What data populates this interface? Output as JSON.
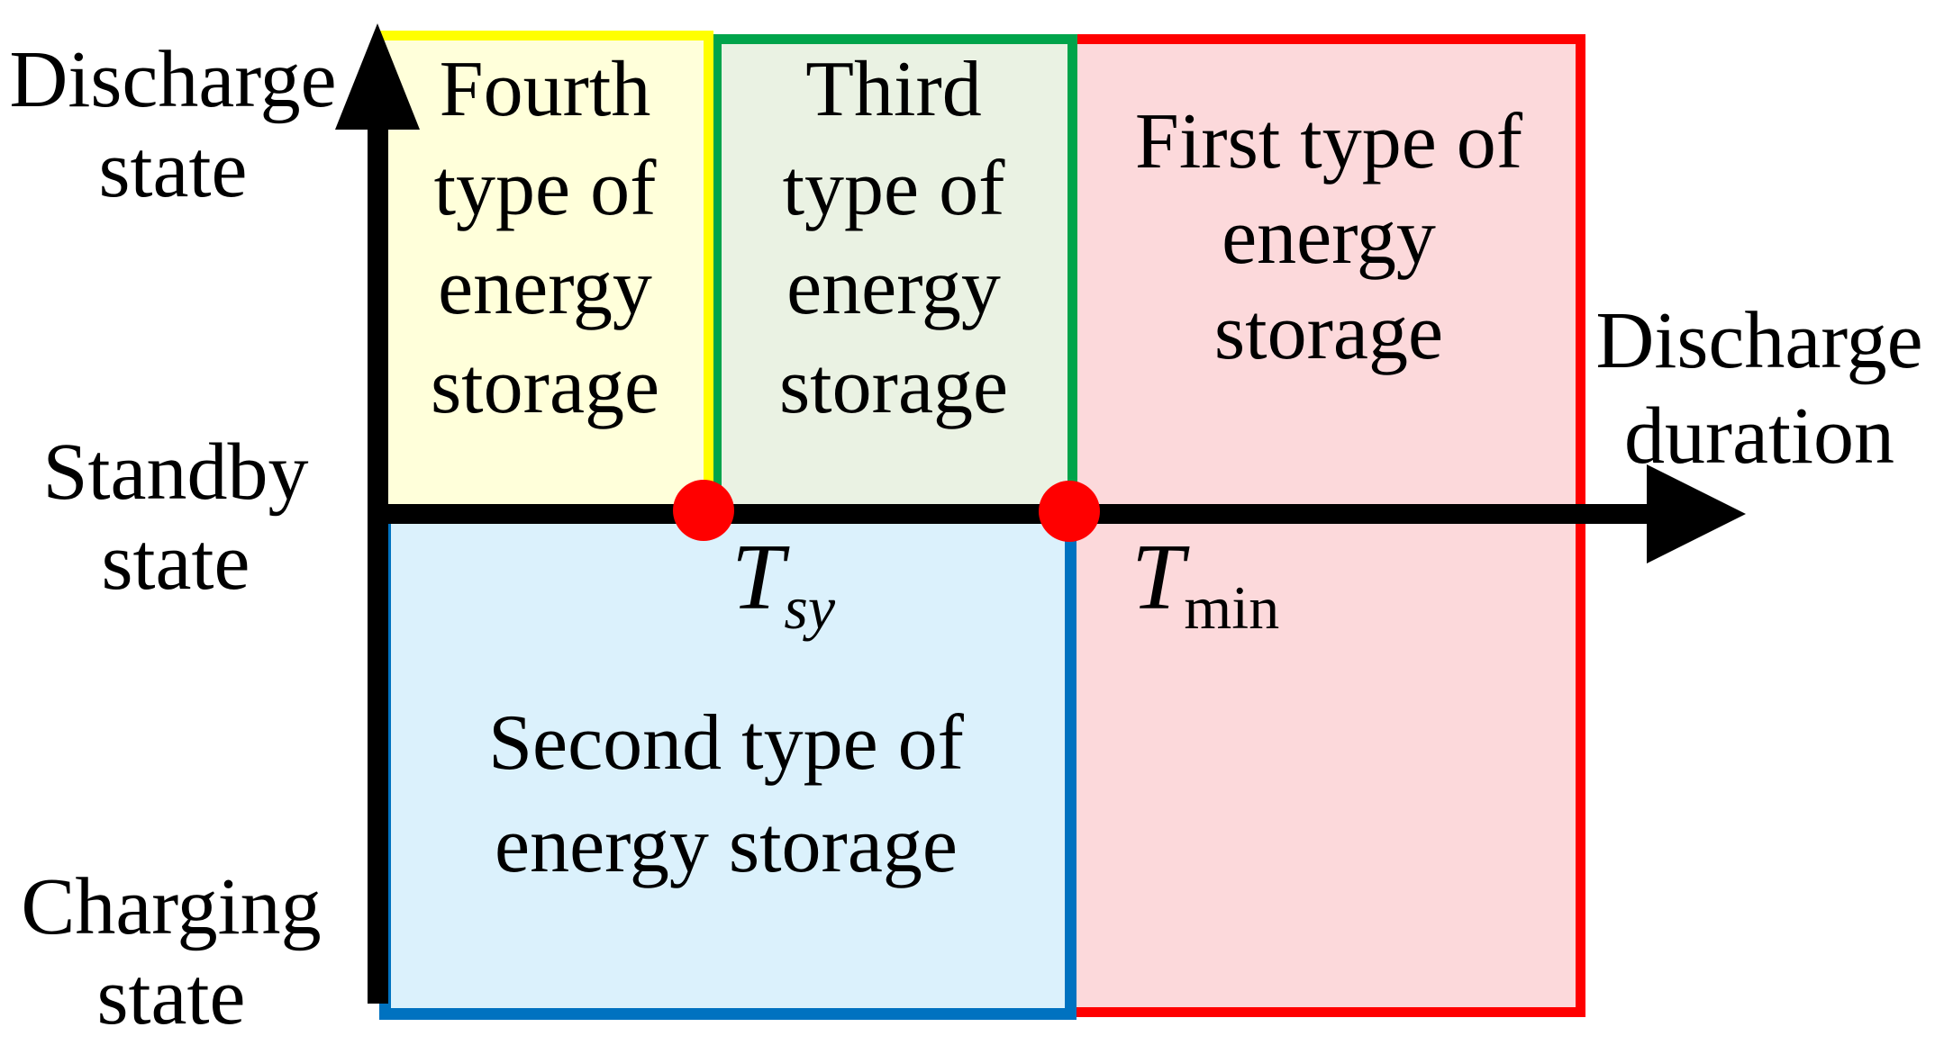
{
  "figure": {
    "title_hint": "Energy storage classification by operating state and discharge duration",
    "y_axis": {
      "labels": {
        "discharge": {
          "lines": [
            "Discharge",
            "state"
          ]
        },
        "standby": {
          "lines": [
            "Standby",
            "state"
          ]
        },
        "charging": {
          "lines": [
            "Charging",
            "state"
          ]
        }
      }
    },
    "x_axis": {
      "label": {
        "lines": [
          "Discharge",
          "duration"
        ]
      },
      "markers": {
        "t_sy": {
          "base": "T",
          "sub": "sy"
        },
        "t_min": {
          "base": "T",
          "sub": "min"
        }
      }
    },
    "regions": {
      "fourth": {
        "lines": [
          "Fourth",
          "type of",
          "energy",
          "storage"
        ],
        "fill": "#FFFFDA",
        "border": "#FFFF00"
      },
      "third": {
        "lines": [
          "Third",
          "type of",
          "energy",
          "storage"
        ],
        "fill": "#EAF2E3",
        "border": "#00A44B"
      },
      "first": {
        "lines": [
          "First type of",
          "energy",
          "storage"
        ],
        "fill": "#FCD9DB",
        "border": "#FF0000"
      },
      "second": {
        "lines": [
          "Second type of",
          "energy storage"
        ],
        "fill": "#DBF1FC",
        "border": "#0072C0"
      }
    },
    "colors": {
      "axis": "#000000",
      "dot": "#FF0000",
      "text": "#000000",
      "background": "#FFFFFF"
    }
  }
}
